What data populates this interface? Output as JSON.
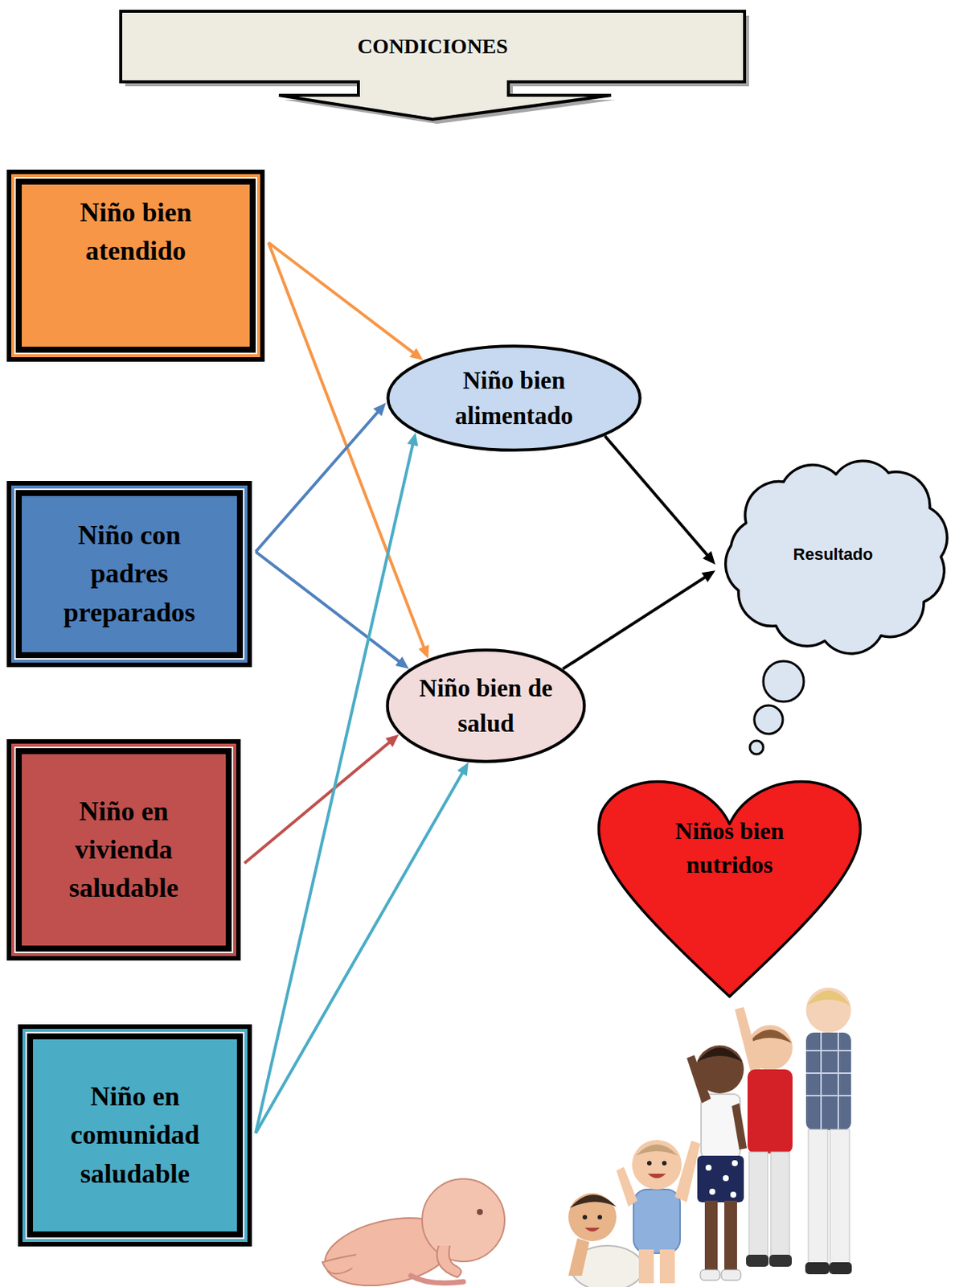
{
  "diagram": {
    "nodes": [
      {
        "text": [
          "CONDICIONES"
        ]
      },
      {
        "text": [
          "Niño bien atendido"
        ]
      },
      {
        "text": [
          "Niño con padres preparados"
        ]
      },
      {
        "text": [
          "Niño en vivienda saludable"
        ]
      },
      {
        "text": [
          "Niño en comunidad saludable"
        ]
      },
      {
        "text": [
          "Niño bien alimentado"
        ]
      },
      {
        "text": [
          "Niño bien de salud"
        ]
      },
      {
        "text": [
          "Resultado"
        ]
      },
      {
        "text": [
          "Niños bien nutridos"
        ]
      }
    ],
    "edges": [
      {
        "from": 1,
        "to": 5,
        "arrow": "to"
      },
      {
        "from": 1,
        "to": 6,
        "arrow": "to"
      },
      {
        "from": 2,
        "to": 5,
        "arrow": "to"
      },
      {
        "from": 2,
        "to": 6,
        "arrow": "to"
      },
      {
        "from": 3,
        "to": 6,
        "arrow": "to"
      },
      {
        "from": 4,
        "to": 5,
        "arrow": "to"
      },
      {
        "from": 4,
        "to": 6,
        "arrow": "to"
      },
      {
        "from": 5,
        "to": 7,
        "arrow": "to"
      },
      {
        "from": 6,
        "to": 7,
        "arrow": "to"
      }
    ]
  }
}
